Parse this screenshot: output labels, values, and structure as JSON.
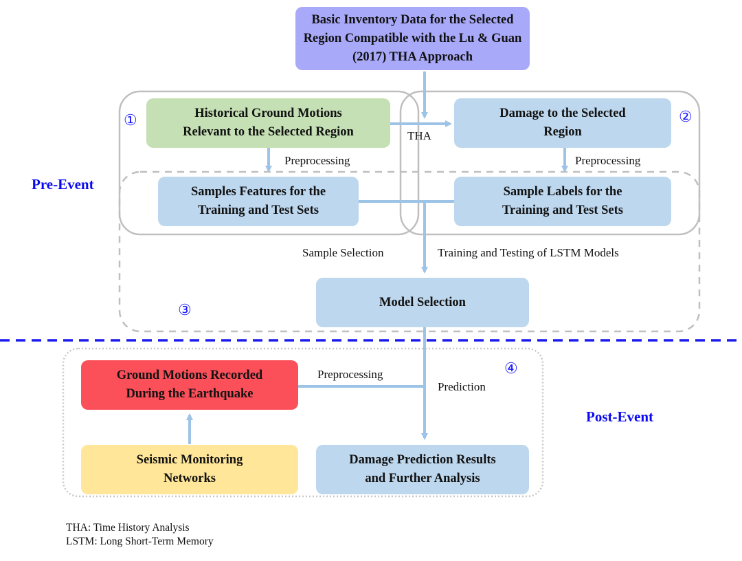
{
  "colors": {
    "purple_box": "#a9a9fa",
    "green_box": "#c5e0b4",
    "blue_box": "#bdd7ee",
    "red_box": "#fb4f5a",
    "yellow_box": "#ffe699",
    "arrow": "#9dc3e6",
    "outline_gray": "#bfbfbf",
    "phase_blue": "#0a0af0",
    "divider_blue": "#1a1aee"
  },
  "boxes": {
    "inventory": "Basic Inventory Data for the Selected\nRegion Compatible with the Lu & Guan\n(2017) THA Approach",
    "historical": "Historical Ground Motions\nRelevant to the Selected Region",
    "damage": "Damage to the Selected\nRegion",
    "features": "Samples Features for the\nTraining and Test Sets",
    "labels": "Sample Labels for the\nTraining and Test Sets",
    "model": "Model Selection",
    "recorded": "Ground Motions Recorded\nDuring the Earthquake",
    "seismic": "Seismic Monitoring\nNetworks",
    "prediction": "Damage Prediction Results\nand Further Analysis"
  },
  "edge_labels": {
    "tha": "THA",
    "preprocessing_1": "Preprocessing",
    "preprocessing_2": "Preprocessing",
    "sample_selection": "Sample Selection",
    "training": "Training and Testing of LSTM Models",
    "preprocessing_3": "Preprocessing",
    "prediction": "Prediction"
  },
  "phases": {
    "pre": "Pre-Event",
    "post": "Post-Event"
  },
  "markers": {
    "m1": "①",
    "m2": "②",
    "m3": "③",
    "m4": "④"
  },
  "legend": {
    "line1": "THA: Time History Analysis",
    "line2": "LSTM: Long Short-Term Memory"
  }
}
